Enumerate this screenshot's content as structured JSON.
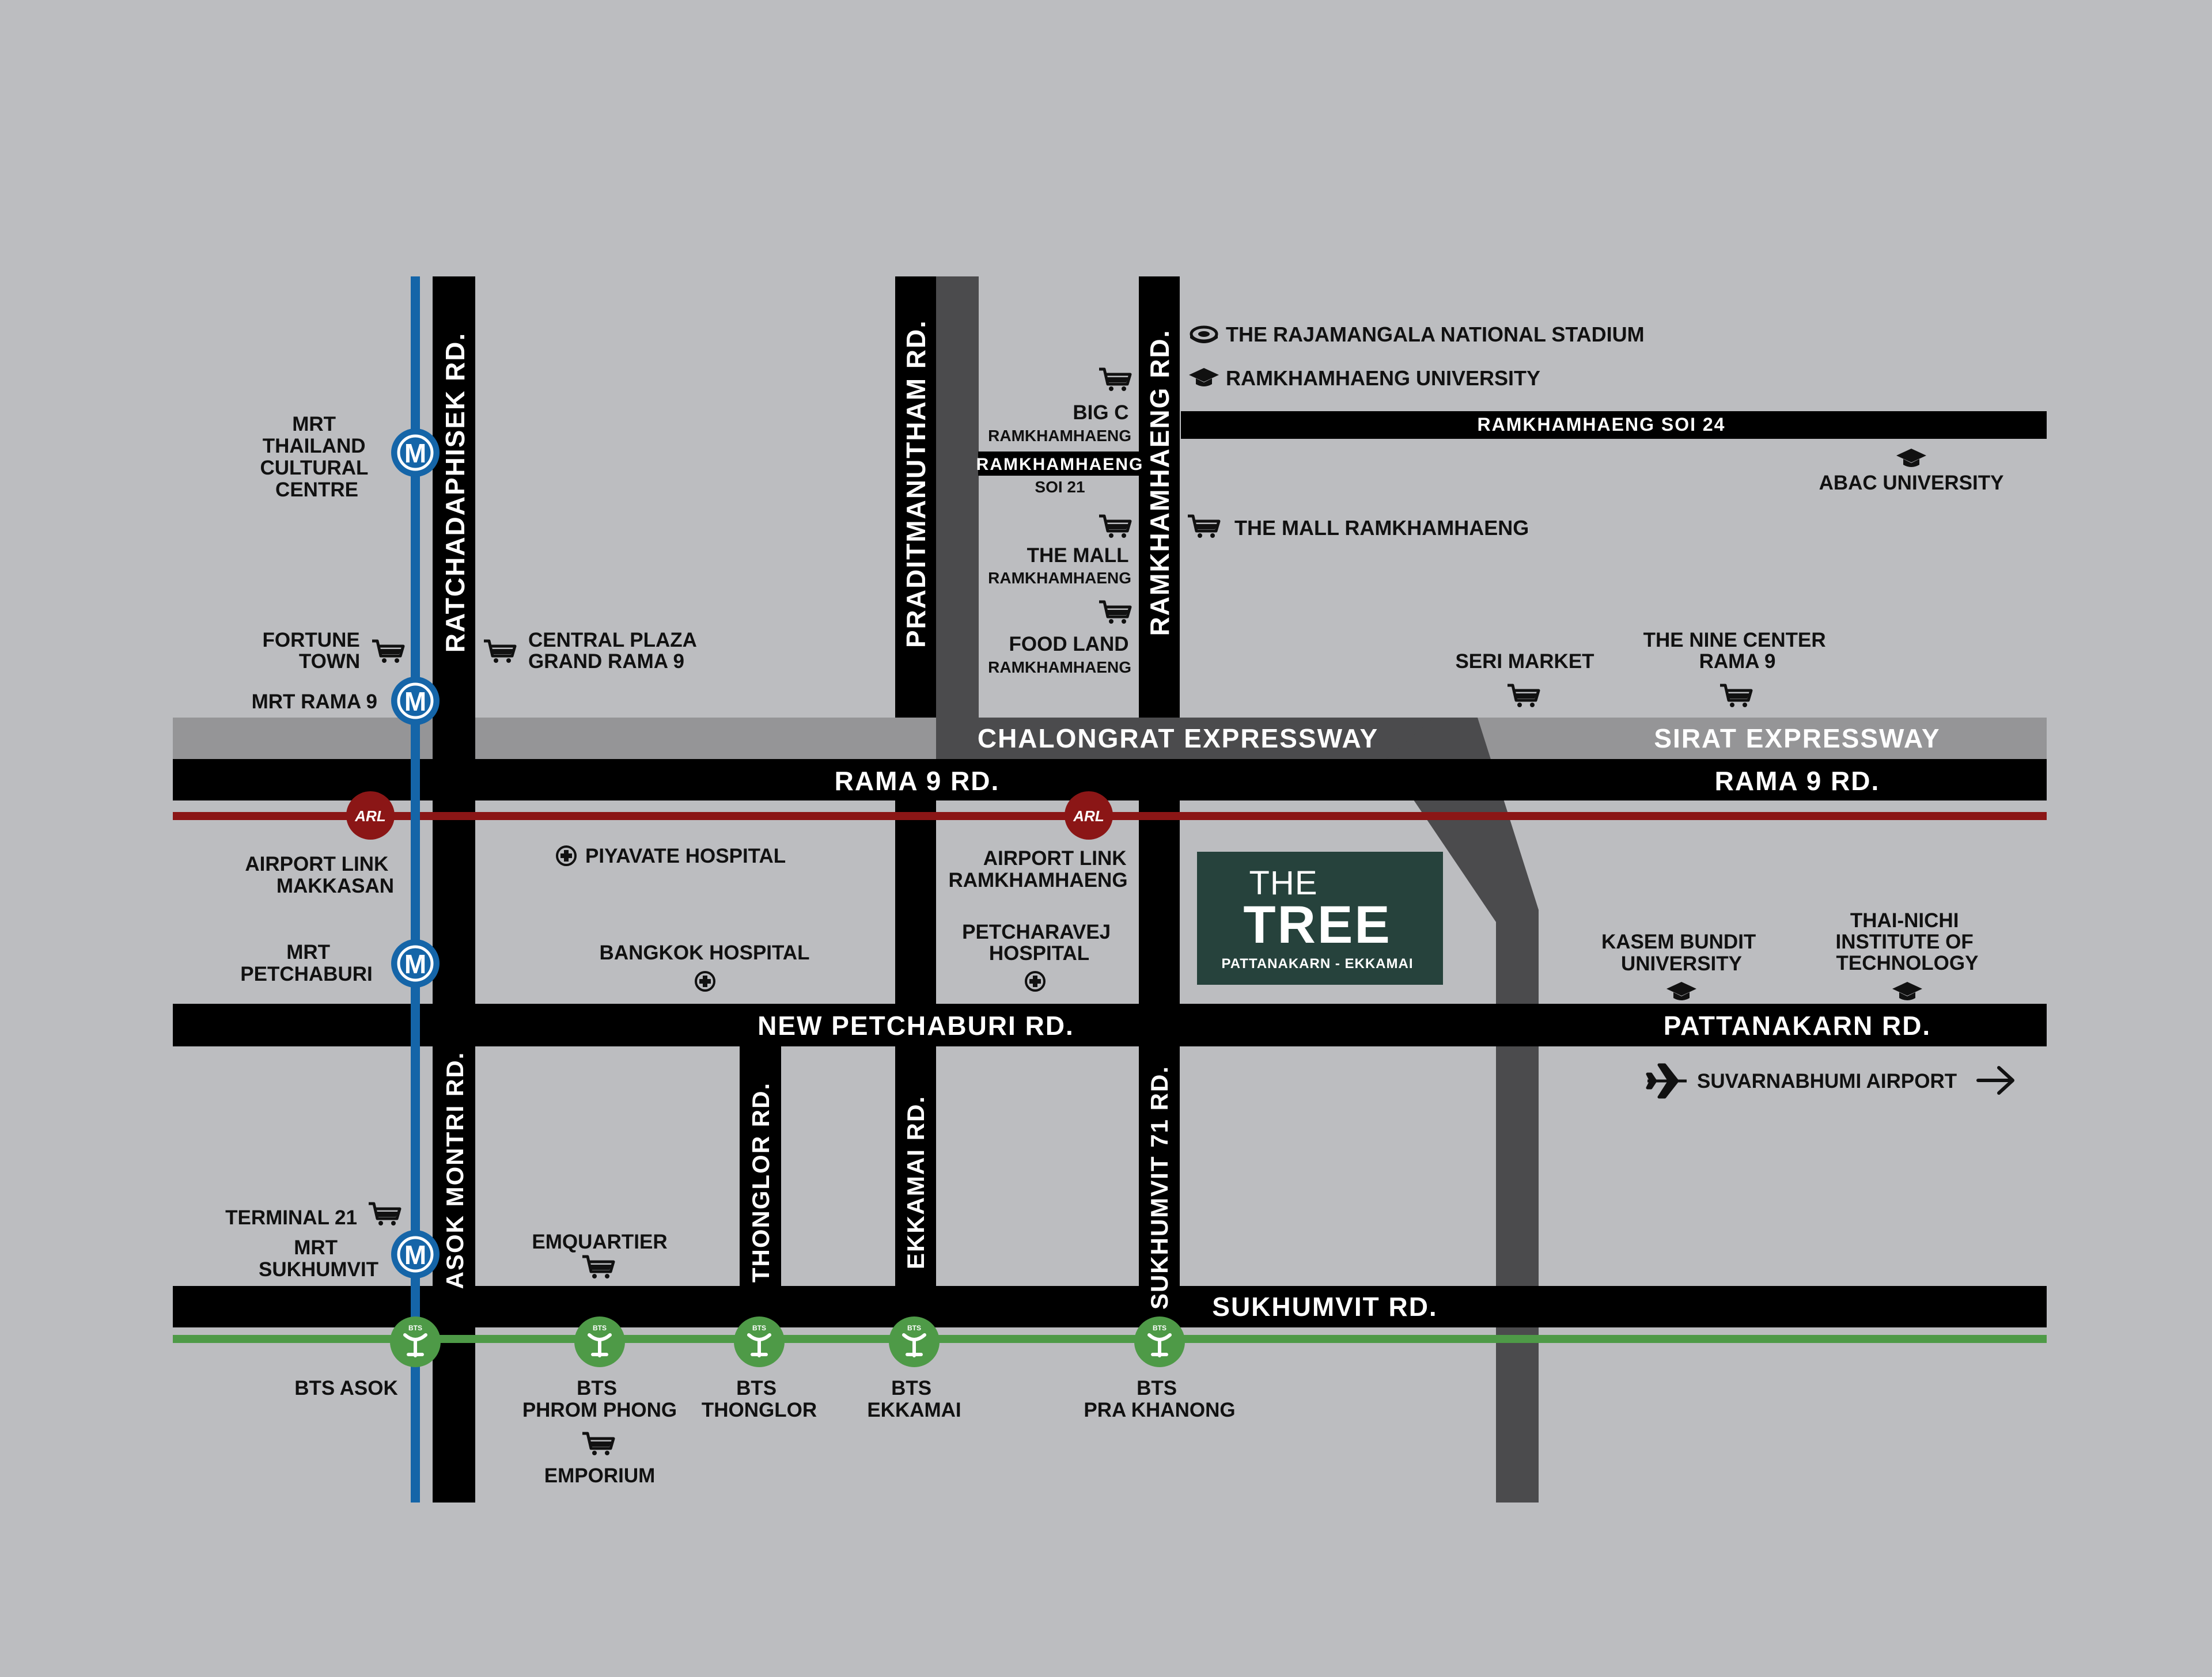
{
  "colors": {
    "background": "#bcbdc0",
    "road": "#000000",
    "expressway": "#959597",
    "expressway_dark": "#4b4b4d",
    "mrt_line": "#1565a8",
    "arl_line": "#8b1616",
    "bts_line": "#4e9a47",
    "tree_panel": "#26423c"
  },
  "roads": {
    "ratchadaphisek": "RATCHADAPHISEK RD.",
    "asok_montri": "ASOK MONTRI RD.",
    "praditmanutham": "PRADITMANUTHAM RD.",
    "ramkhamhaeng": "RAMKHAMHAENG RD.",
    "thonglor": "THONGLOR  RD.",
    "ekkamai": "EKKAMAI RD.",
    "sukhumvit71": "SUKHUMVIT 71 RD.",
    "ramkhamhaeng_soi24": "RAMKHAMHAENG SOI 24",
    "ramkhamhaeng_soi21_a": "RAMKHAMHAENG",
    "ramkhamhaeng_soi21_b": "SOI 21",
    "chalongrat": "CHALONGRAT EXPRESSWAY",
    "sirat": "SIRAT EXPRESSWAY",
    "rama9_left": "RAMA 9 RD.",
    "rama9_right": "RAMA 9 RD.",
    "new_petchaburi": "NEW PETCHABURI  RD.",
    "pattanakarn": "PATTANAKARN  RD.",
    "sukhumvit": "SUKHUMVIT RD."
  },
  "stations": {
    "mrt_badge": "M",
    "arl_badge": "ARL",
    "bts_badge": "BTS",
    "mrt_cultural": [
      "MRT",
      "THAILAND",
      "CULTURAL",
      "CENTRE"
    ],
    "mrt_rama9": "MRT RAMA 9",
    "mrt_petchaburi": [
      "MRT",
      "PETCHABURI"
    ],
    "mrt_sukhumvit": [
      "MRT",
      "SUKHUMVIT"
    ],
    "arl_makkasan": [
      "AIRPORT LINK",
      "MAKKASAN"
    ],
    "arl_ramkhamhaeng": [
      "AIRPORT LINK",
      "RAMKHAMHAENG"
    ],
    "bts_asok": "BTS ASOK",
    "bts_phrom_phong": [
      "BTS",
      "PHROM PHONG"
    ],
    "bts_thonglor": [
      "BTS",
      "THONGLOR"
    ],
    "bts_ekkamai": [
      "BTS",
      "EKKAMAI"
    ],
    "bts_pra_khanong": [
      "BTS",
      "PRA KHANONG"
    ]
  },
  "places": {
    "rajamangala": "THE RAJAMANGALA NATIONAL STADIUM",
    "ramkhamhaeng_univ": "RAMKHAMHAENG UNIVERSITY",
    "the_mall_right": "THE MALL RAMKHAMHAENG",
    "abac": "ABAC UNIVERSITY",
    "big_c": [
      "BIG C",
      "RAMKHAMHAENG"
    ],
    "the_mall_left": [
      "THE MALL",
      "RAMKHAMHAENG"
    ],
    "food_land": [
      "FOOD LAND",
      "RAMKHAMHAENG"
    ],
    "fortune_town": [
      "FORTUNE",
      "TOWN"
    ],
    "central_plaza": [
      "CENTRAL PLAZA",
      "GRAND RAMA 9"
    ],
    "seri_market": "SERI MARKET",
    "nine_center": [
      "THE NINE CENTER",
      "RAMA 9"
    ],
    "piyavate": "PIYAVATE HOSPITAL",
    "bangkok_hospital": "BANGKOK HOSPITAL",
    "petcharavej": [
      "PETCHARAVEJ",
      "HOSPITAL"
    ],
    "kasem_bundit": [
      "KASEM BUNDIT",
      "UNIVERSITY"
    ],
    "thai_nichi": [
      "THAI-NICHI",
      "INSTITUTE OF",
      "TECHNOLOGY"
    ],
    "suvarnabhumi": "SUVARNABHUMI AIRPORT",
    "terminal21": "TERMINAL 21",
    "emquartier": "EMQUARTIER",
    "emporium": "EMPORIUM"
  },
  "project": {
    "the": "THE",
    "tree": "TREE",
    "subtitle": "PATTANAKARN - EKKAMAI"
  }
}
